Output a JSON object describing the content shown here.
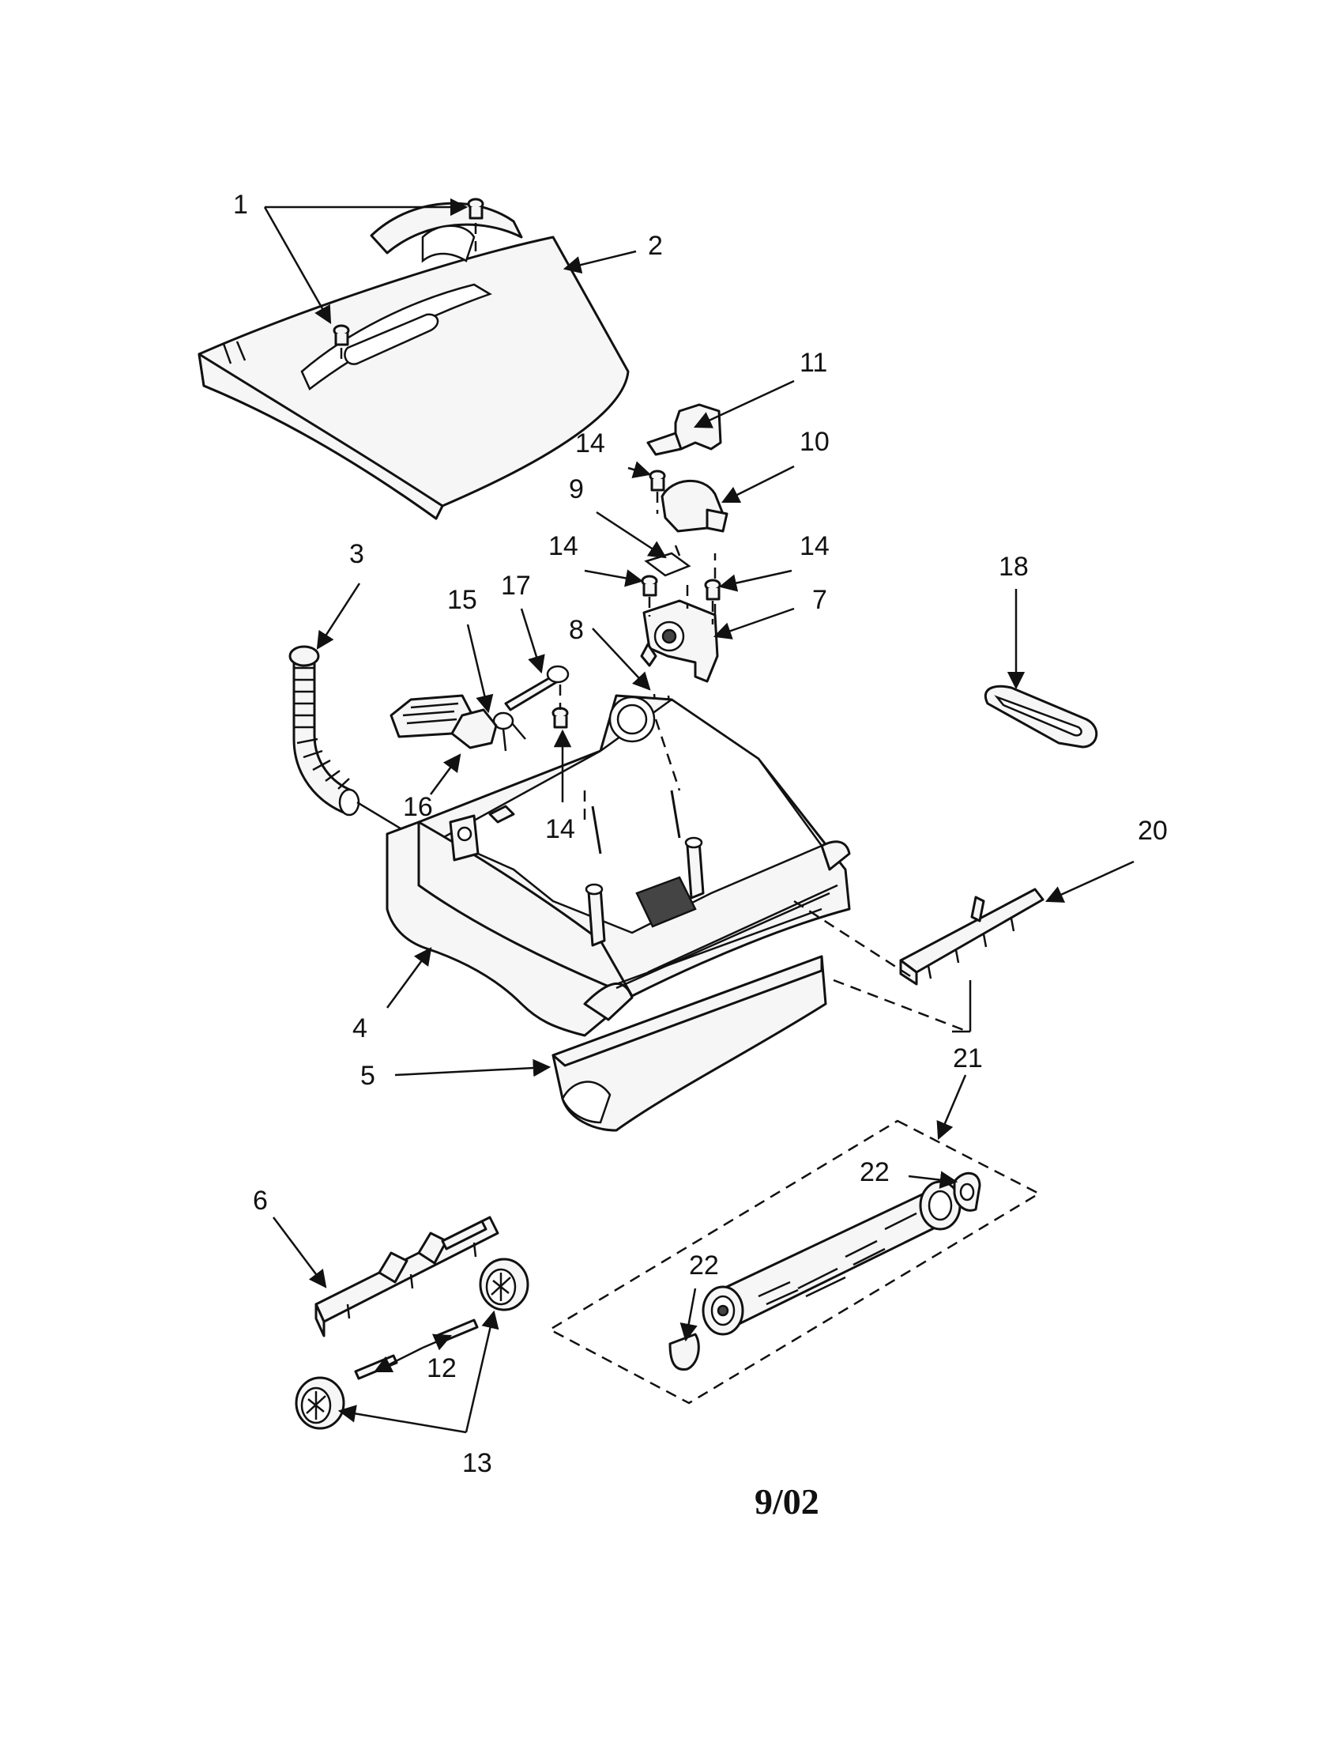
{
  "diagram": {
    "callouts": [
      {
        "id": "c1",
        "text": "1"
      },
      {
        "id": "c2",
        "text": "2"
      },
      {
        "id": "c3",
        "text": "3"
      },
      {
        "id": "c4",
        "text": "4"
      },
      {
        "id": "c5",
        "text": "5"
      },
      {
        "id": "c6",
        "text": "6"
      },
      {
        "id": "c7",
        "text": "7"
      },
      {
        "id": "c8",
        "text": "8"
      },
      {
        "id": "c9",
        "text": "9"
      },
      {
        "id": "c10",
        "text": "10"
      },
      {
        "id": "c11",
        "text": "11"
      },
      {
        "id": "c12",
        "text": "12"
      },
      {
        "id": "c13",
        "text": "13"
      },
      {
        "id": "c14a",
        "text": "14"
      },
      {
        "id": "c14b",
        "text": "14"
      },
      {
        "id": "c14c",
        "text": "14"
      },
      {
        "id": "c14d",
        "text": "14"
      },
      {
        "id": "c15",
        "text": "15"
      },
      {
        "id": "c16",
        "text": "16"
      },
      {
        "id": "c17",
        "text": "17"
      },
      {
        "id": "c18",
        "text": "18"
      },
      {
        "id": "c20",
        "text": "20"
      },
      {
        "id": "c21",
        "text": "21"
      },
      {
        "id": "c22a",
        "text": "22"
      },
      {
        "id": "c22b",
        "text": "22"
      }
    ],
    "date_stamp": "9/02"
  }
}
